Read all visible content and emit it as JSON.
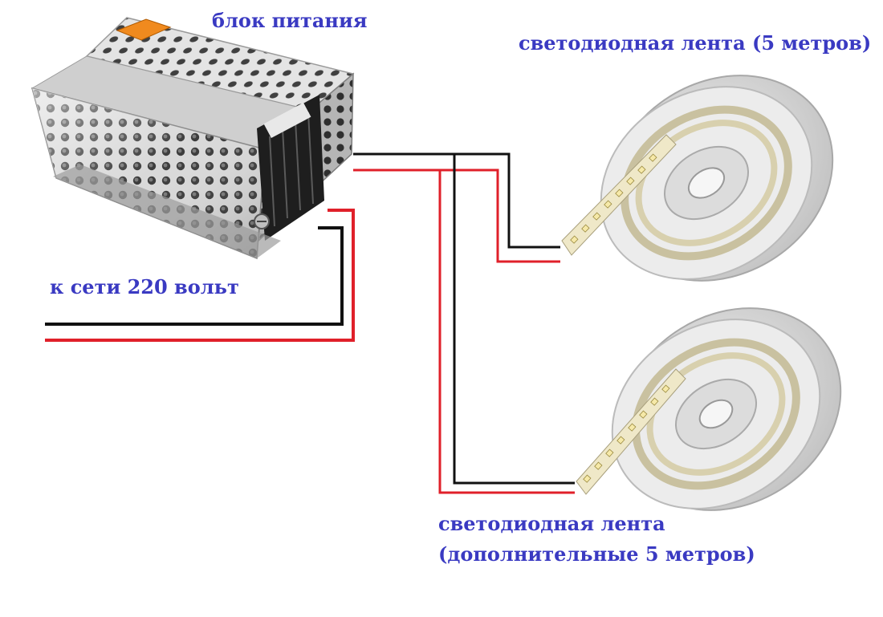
{
  "labels": {
    "power_supply": "блок питания",
    "strip_main": "светодиодная лента (5 метров)",
    "mains": "к сети 220 вольт",
    "strip_extra_line1": "светодиодная лента",
    "strip_extra_line2": "(дополнительные 5 метров)"
  },
  "colors": {
    "label_text": "#3a3ac2",
    "wire_positive": "#e0202a",
    "wire_negative": "#111111",
    "psu_metal": "#c8c8c8",
    "strip_reel": "#e6e6e6",
    "led": "#f3e7b0"
  },
  "icons": {
    "power_supply": "power-supply-icon",
    "led_reel": "led-strip-reel-icon"
  }
}
